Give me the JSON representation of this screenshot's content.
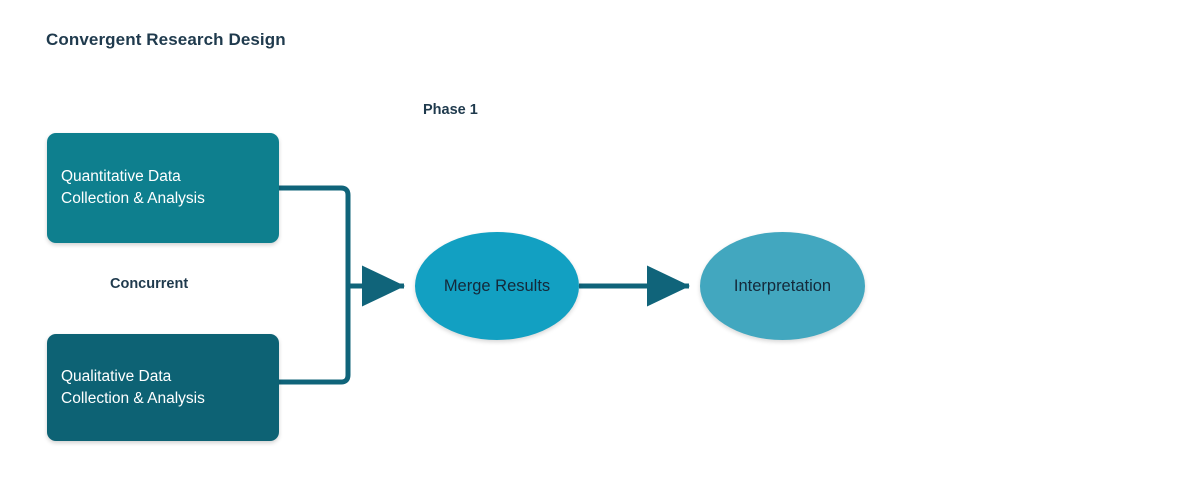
{
  "diagram": {
    "title": "Convergent Research Design",
    "background_color": "#ffffff",
    "title_color": "#1f3a4d",
    "connector_color": "#10647a",
    "labels": [
      {
        "id": "phase-1",
        "text": "Phase 1"
      },
      {
        "id": "concurrent",
        "text": "Concurrent"
      }
    ],
    "nodes": [
      {
        "id": "quantitative-box",
        "shape": "rounded-rectangle",
        "line1": "Quantitative Data",
        "line2": "Collection & Analysis",
        "fill": "#0e7f8e",
        "text_color": "#ffffff"
      },
      {
        "id": "qualitative-box",
        "shape": "rounded-rectangle",
        "line1": "Qualitative Data",
        "line2": "Collection & Analysis",
        "fill": "#0d6274",
        "text_color": "#ffffff"
      },
      {
        "id": "merge-results-ellipse",
        "shape": "ellipse",
        "label": "Merge Results",
        "fill": "#12a0c2",
        "text_color": "#14293a"
      },
      {
        "id": "interpretation-ellipse",
        "shape": "ellipse",
        "label": "Interpretation",
        "fill": "#42a7bf",
        "text_color": "#14293a"
      }
    ],
    "edges": [
      {
        "id": "quantitative-to-merge",
        "from": "quantitative-box",
        "to": "merge-results-ellipse",
        "arrow": true
      },
      {
        "id": "qualitative-to-merge",
        "from": "qualitative-box",
        "to": "merge-results-ellipse",
        "arrow": true
      },
      {
        "id": "merge-to-interpretation",
        "from": "merge-results-ellipse",
        "to": "interpretation-ellipse",
        "arrow": true
      }
    ]
  }
}
